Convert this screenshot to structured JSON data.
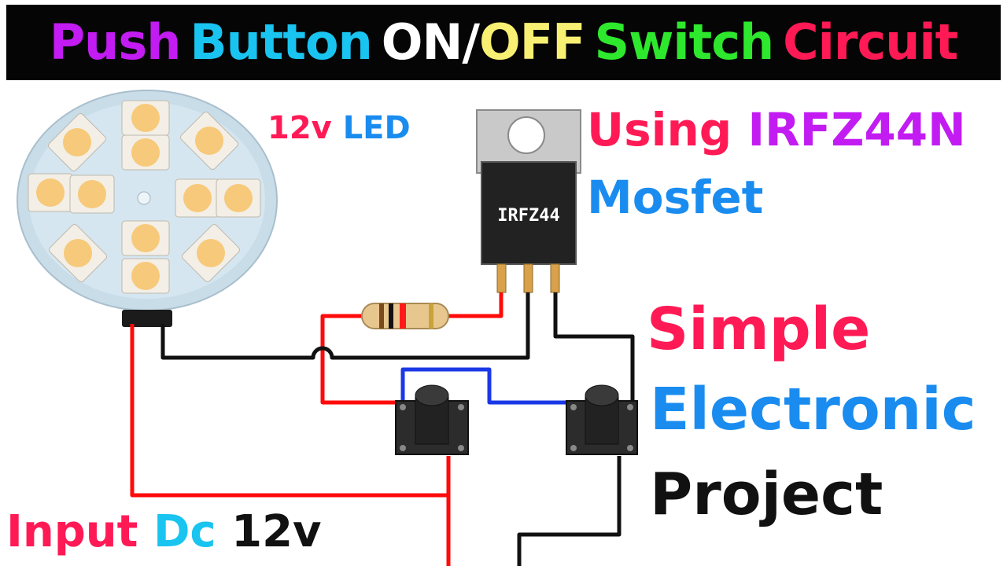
{
  "title": {
    "words": [
      {
        "text": "Push",
        "color": "#c21cf2"
      },
      {
        "text": "Button",
        "color": "#19c4f0"
      },
      {
        "text": "ON/",
        "color": "#ffffff"
      },
      {
        "text": "OFF",
        "color": "#f7f072"
      },
      {
        "text": "Switch",
        "color": "#2ee82e"
      },
      {
        "text": "Circuit",
        "color": "#ff1a55"
      }
    ]
  },
  "led_label": {
    "part1": "12v",
    "part2": "LED",
    "color1": "#ff1a55",
    "color2": "#1a8cf0"
  },
  "mosfet_chip_text": "IRFZ44",
  "using_label": {
    "part1": "Using",
    "part2": "IRFZ44N",
    "part3": "Mosfet",
    "color1": "#ff1a55",
    "color2": "#c21cf2",
    "color3": "#1a8cf0"
  },
  "project_label": {
    "line1": "Simple",
    "line2": "Electronic",
    "line3": "Project",
    "color1": "#ff1a55",
    "color2": "#1a8cf0",
    "color3": "#111111"
  },
  "input_label": {
    "part1": "Input",
    "part2": "Dc",
    "part3": "12v",
    "color1": "#ff1a55",
    "color2": "#19c4f0",
    "color3": "#111111"
  }
}
